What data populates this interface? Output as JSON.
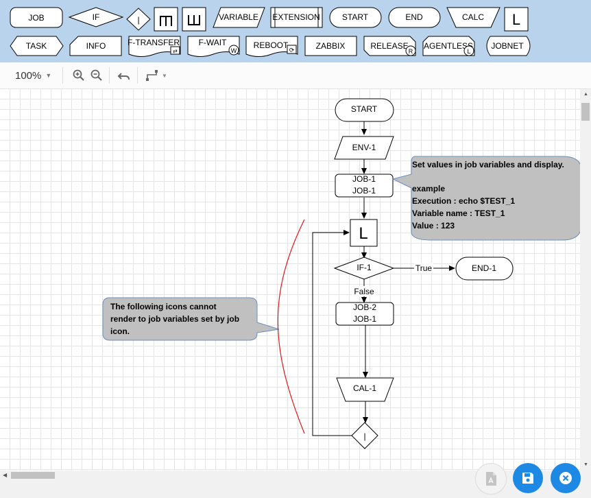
{
  "palette": {
    "row1": [
      "JOB",
      "IF",
      "",
      "",
      "",
      "VARIABLE",
      "EXTENSION",
      "START",
      "END",
      "CALC",
      "L"
    ],
    "row2": [
      "TASK",
      "INFO",
      "F-TRANSFER",
      "F-WAIT",
      "REBOOT",
      "ZABBIX",
      "RELEASE",
      "AGENTLESS",
      "JOBNET"
    ],
    "badges": {
      "ftransfer": "⇄",
      "fwait": "W",
      "reboot": "⟳",
      "release": "R",
      "agentless": "L"
    },
    "if_inner": "|",
    "loop_label": "L"
  },
  "toolbar": {
    "zoom": "100%"
  },
  "flow": {
    "start": "START",
    "env": "ENV-1",
    "job1_line1": "JOB-1",
    "job1_line2": "JOB-1",
    "loop": "L",
    "if": "IF-1",
    "true_label": "True",
    "false_label": "False",
    "end": "END-1",
    "job2_line1": "JOB-2",
    "job2_line2": "JOB-1",
    "cal": "CAL-1",
    "back": "|"
  },
  "callout_right": {
    "line1": "Set values in job variables and display.",
    "line2": "",
    "line3": "example",
    "line4": "Execution : echo $TEST_1",
    "line5": "Variable name : TEST_1",
    "line6": "Value : 123"
  },
  "callout_left": {
    "line1": "The following icons cannot",
    "line2": "render to job variables set by job",
    "line3": "icon."
  },
  "colors": {
    "palette_bg": "#b9d3ec",
    "callout_fill": "#c0c0c0",
    "callout_stroke": "#6c8ebf",
    "fab_blue": "#1e88e5",
    "curve": "#e0161b"
  }
}
